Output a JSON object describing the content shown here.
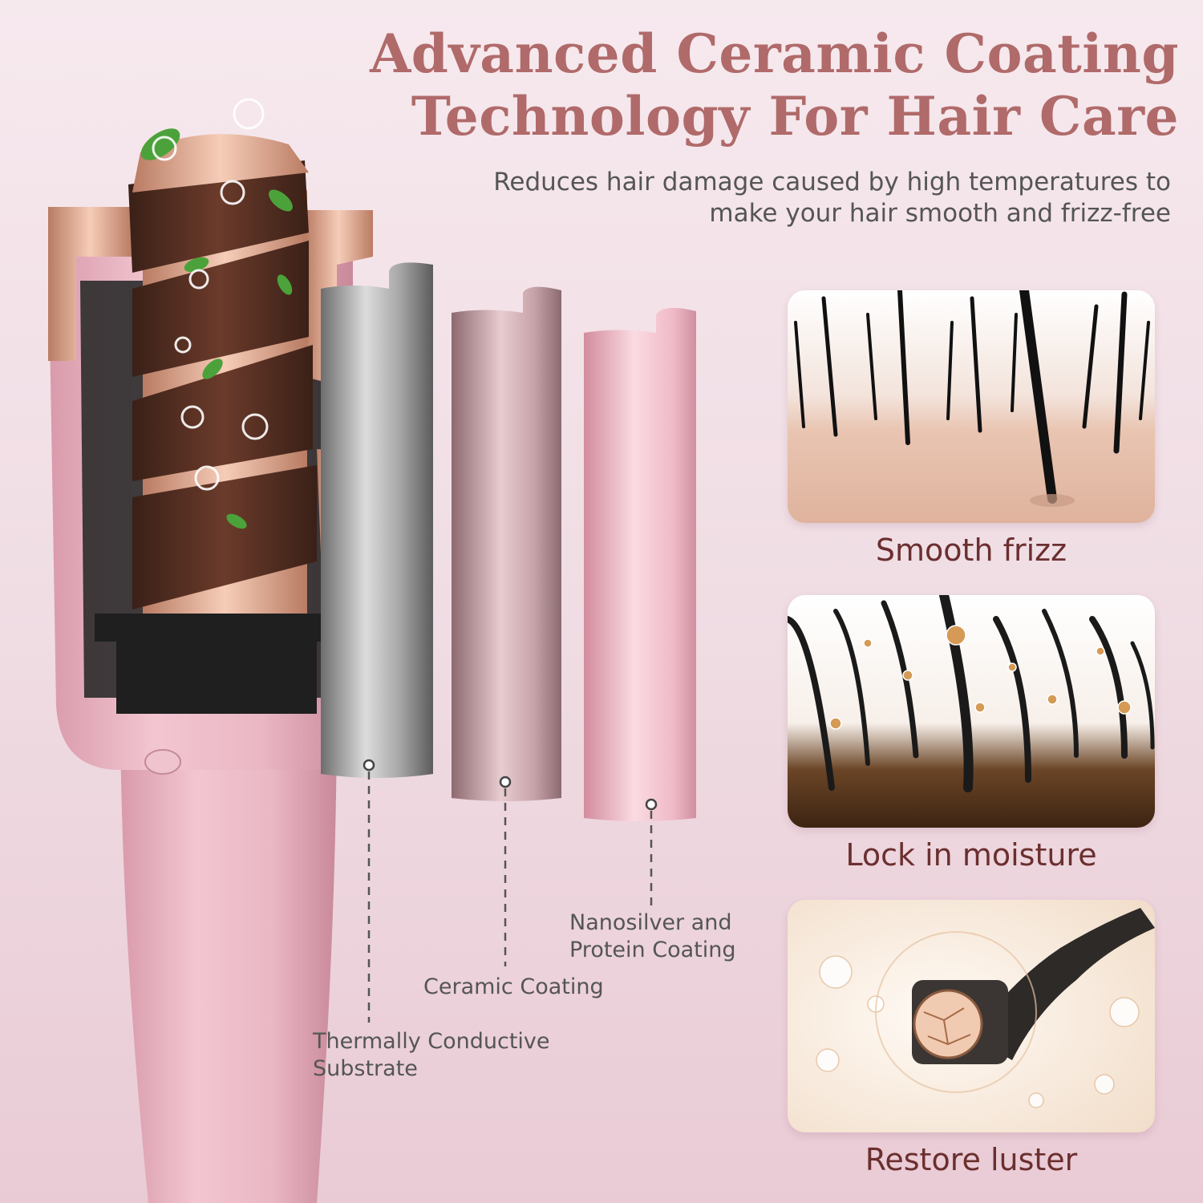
{
  "headline": {
    "line1": "Advanced Ceramic Coating",
    "line2": "Technology For Hair Care"
  },
  "subheadline": {
    "line1": "Reduces hair damage caused by high temperatures to",
    "line2": "make your hair smooth and frizz-free"
  },
  "coating_layers": [
    {
      "line1": "Thermally Conductive",
      "line2": "Substrate",
      "color": "#9a9a9a"
    },
    {
      "line1": "Ceramic Coating",
      "line2": "",
      "color": "#b98f96"
    },
    {
      "line1": "Nanosilver and",
      "line2": "Protein Coating",
      "color": "#e9b4bf"
    }
  ],
  "benefits": [
    {
      "caption": "Smooth frizz",
      "icon": "hair-follicles-image"
    },
    {
      "caption": "Lock in moisture",
      "icon": "moisture-hair-image"
    },
    {
      "caption": "Restore luster",
      "icon": "hair-strand-crosssection-image"
    }
  ],
  "colors": {
    "background": "#f3e3e9",
    "headline": "#b06a6a",
    "caption": "#6b2f2f",
    "device_pink": "#e7b3c0",
    "rose_gold": "#d9a088"
  }
}
